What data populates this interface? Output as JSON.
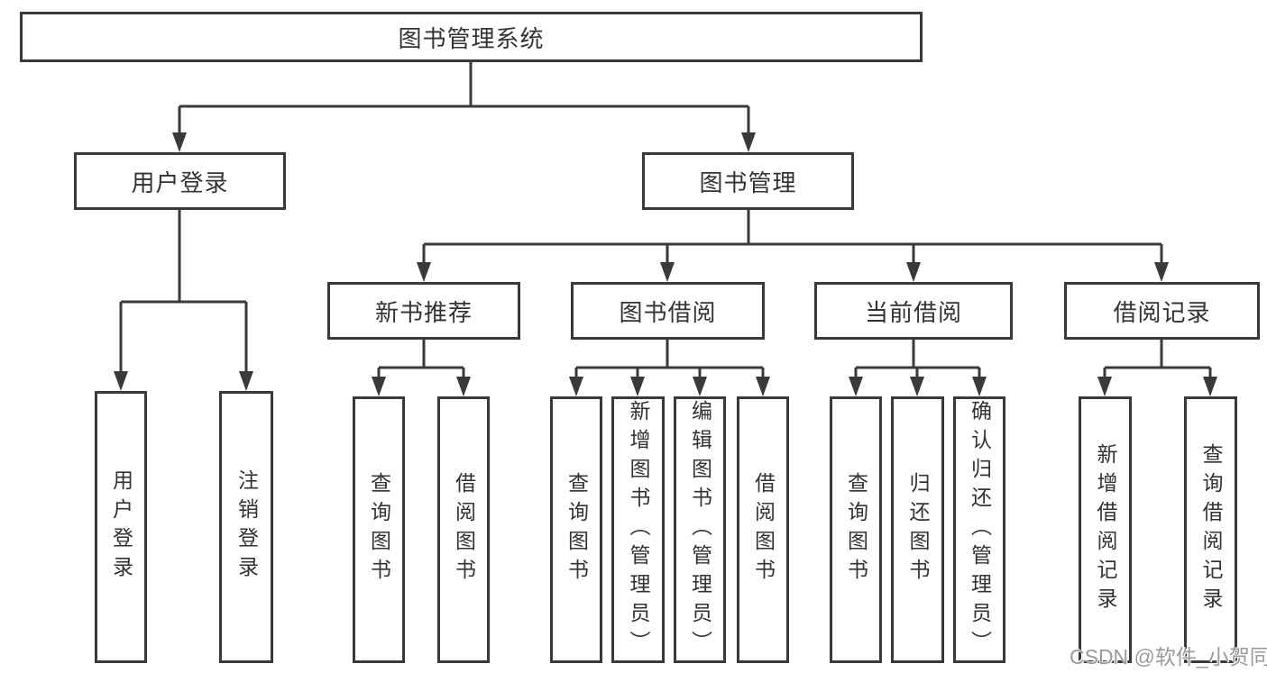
{
  "diagram": {
    "root": {
      "label": "图书管理系统"
    },
    "branches": [
      {
        "label": "用户登录",
        "children": [
          {
            "label": "用户登录"
          },
          {
            "label": "注销登录"
          }
        ]
      },
      {
        "label": "图书管理",
        "children": [
          {
            "label": "新书推荐",
            "children": [
              {
                "label": "查询图书"
              },
              {
                "label": "借阅图书"
              }
            ]
          },
          {
            "label": "图书借阅",
            "children": [
              {
                "label": "查询图书"
              },
              {
                "label": "新增图书（管理员）"
              },
              {
                "label": "编辑图书（管理员）"
              },
              {
                "label": "借阅图书"
              }
            ]
          },
          {
            "label": "当前借阅",
            "children": [
              {
                "label": "查询图书"
              },
              {
                "label": "归还图书"
              },
              {
                "label": "确认归还（管理员）"
              }
            ]
          },
          {
            "label": "借阅记录",
            "children": [
              {
                "label": "新增借阅记录"
              },
              {
                "label": "查询借阅记录"
              }
            ]
          }
        ]
      }
    ]
  },
  "watermark": {
    "text": "CSDN @软件_小贺同学"
  },
  "colors": {
    "line": "#3a3a3a",
    "text": "#333333",
    "box_background": "#ffffff",
    "page_background": "#ffffff",
    "watermark": "#9b9b9b"
  }
}
